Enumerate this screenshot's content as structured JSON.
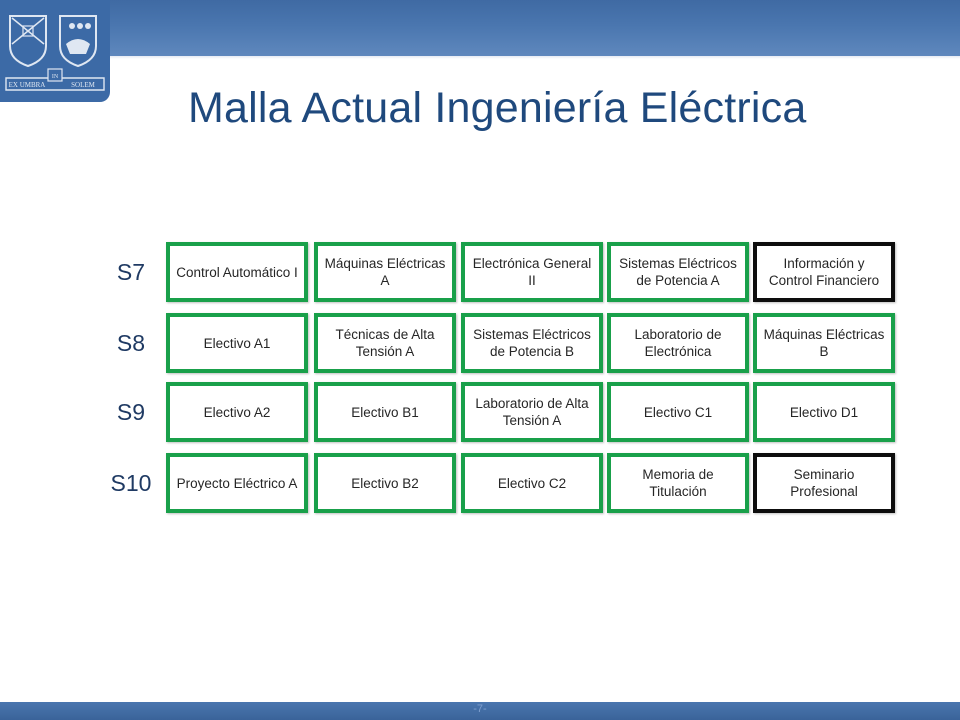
{
  "slide": {
    "title": "Malla Actual Ingeniería Eléctrica",
    "page_number": "-7-"
  },
  "logo": {
    "motto_left": "EX UMBRA",
    "motto_center": "IN",
    "motto_right": "SOLEM"
  },
  "rows": [
    {
      "label": "S7",
      "courses": [
        {
          "name": "Control Automático I",
          "border": "green"
        },
        {
          "name": "Máquinas Eléctricas A",
          "border": "green"
        },
        {
          "name": "Electrónica General II",
          "border": "green"
        },
        {
          "name": "Sistemas Eléctricos de Potencia A",
          "border": "green"
        },
        {
          "name": "Información y Control Financiero",
          "border": "black"
        }
      ]
    },
    {
      "label": "S8",
      "courses": [
        {
          "name": "Electivo A1",
          "border": "green"
        },
        {
          "name": "Técnicas de Alta Tensión A",
          "border": "green"
        },
        {
          "name": "Sistemas Eléctricos de Potencia B",
          "border": "green"
        },
        {
          "name": "Laboratorio de Electrónica",
          "border": "green"
        },
        {
          "name": "Máquinas Eléctricas B",
          "border": "green"
        }
      ]
    },
    {
      "label": "S9",
      "courses": [
        {
          "name": "Electivo A2",
          "border": "green"
        },
        {
          "name": "Electivo B1",
          "border": "green"
        },
        {
          "name": "Laboratorio de Alta Tensión A",
          "border": "green"
        },
        {
          "name": "Electivo C1",
          "border": "green"
        },
        {
          "name": "Electivo D1",
          "border": "green"
        }
      ]
    },
    {
      "label": "S10",
      "courses": [
        {
          "name": "Proyecto Eléctrico A",
          "border": "green"
        },
        {
          "name": "Electivo B2",
          "border": "green"
        },
        {
          "name": "Electivo C2",
          "border": "green"
        },
        {
          "name": "Memoria de Titulación",
          "border": "green"
        },
        {
          "name": "Seminario Profesional",
          "border": "black"
        }
      ]
    }
  ],
  "colors": {
    "green_border": "#19a04a",
    "black_border": "#0d0d0d",
    "title": "#1f497d",
    "band": "#4a76af"
  }
}
